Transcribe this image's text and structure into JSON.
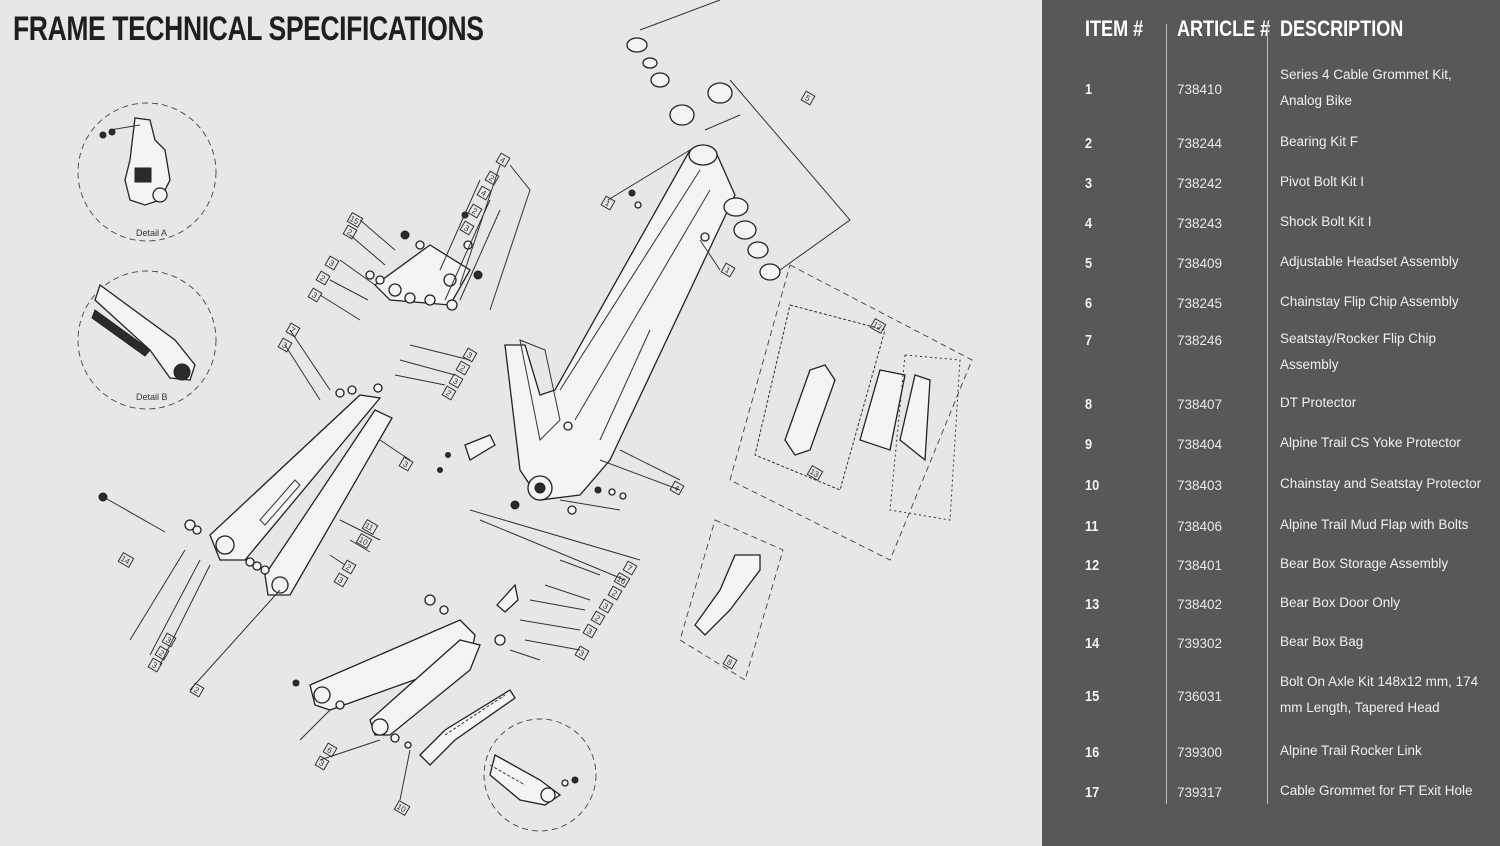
{
  "title": "FRAME TECHNICAL SPECIFICATIONS",
  "table": {
    "headers": {
      "item": "ITEM #",
      "article": "ARTICLE #",
      "description": "DESCRIPTION"
    },
    "rows": [
      {
        "item": "1",
        "article": "738410",
        "description": "Series 4 Cable Grommet Kit, Analog Bike"
      },
      {
        "item": "2",
        "article": "738244",
        "description": "Bearing Kit F"
      },
      {
        "item": "3",
        "article": "738242",
        "description": "Pivot Bolt Kit I"
      },
      {
        "item": "4",
        "article": "738243",
        "description": "Shock Bolt Kit I"
      },
      {
        "item": "5",
        "article": "738409",
        "description": "Adjustable Headset Assembly"
      },
      {
        "item": "6",
        "article": "738245",
        "description": "Chainstay Flip Chip Assembly"
      },
      {
        "item": "7",
        "article": "738246",
        "description": "Seatstay/Rocker Flip Chip Assembly"
      },
      {
        "item": "8",
        "article": "738407",
        "description": "DT Protector"
      },
      {
        "item": "9",
        "article": "738404",
        "description": "Alpine Trail CS Yoke Protector"
      },
      {
        "item": "10",
        "article": "738403",
        "description": "Chainstay and Seatstay Protector"
      },
      {
        "item": "11",
        "article": "738406",
        "description": "Alpine Trail Mud Flap with Bolts"
      },
      {
        "item": "12",
        "article": "738401",
        "description": "Bear Box Storage Assembly"
      },
      {
        "item": "13",
        "article": "738402",
        "description": "Bear Box Door Only"
      },
      {
        "item": "14",
        "article": "739302",
        "description": "Bear Box Bag"
      },
      {
        "item": "15",
        "article": "736031",
        "description": "Bolt On Axle Kit 148x12 mm, 174 mm Length, Tapered Head"
      },
      {
        "item": "16",
        "article": "739300",
        "description": "Alpine Trail Rocker Link"
      },
      {
        "item": "17",
        "article": "739317",
        "description": "Cable Grommet for FT Exit Hole"
      }
    ]
  },
  "diagram": {
    "detail_a": "Detail A",
    "detail_b": "Detail B",
    "callouts": [
      "1",
      "2",
      "3",
      "4",
      "5",
      "6",
      "7",
      "8",
      "9",
      "10",
      "11",
      "12",
      "13",
      "14",
      "15",
      "16",
      "17"
    ]
  }
}
